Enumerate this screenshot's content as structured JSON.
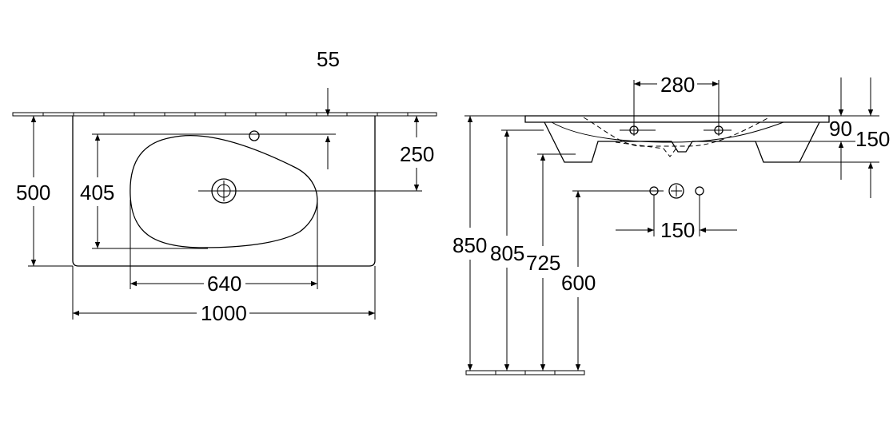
{
  "top_view": {
    "tap_hole_offset": "55",
    "overall_depth": "500",
    "bowl_depth": "405",
    "tap_to_bowl_edge": "250",
    "bowl_width": "640",
    "overall_width": "1000"
  },
  "side_view": {
    "tap_spacing": "280",
    "rim_height": "90",
    "basin_height": "150",
    "height_top": "850",
    "height_bottom_basin": "805",
    "height_underside": "725",
    "height_waste": "600",
    "waste_tap_spacing": "150"
  },
  "colors": {
    "line": "#000000",
    "background": "#ffffff"
  }
}
